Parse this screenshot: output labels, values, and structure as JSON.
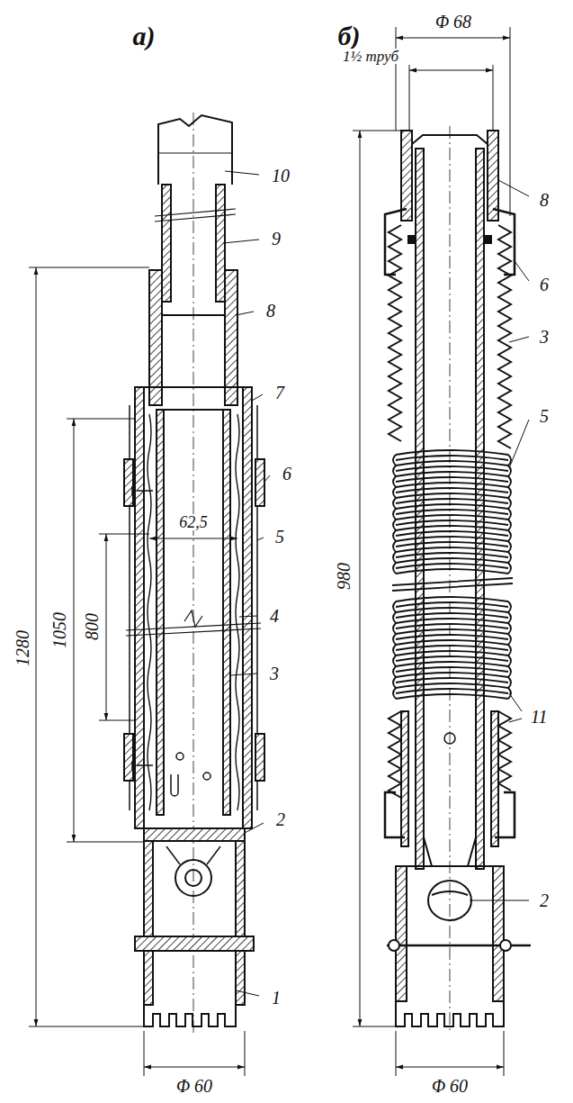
{
  "diagram": {
    "labels": [
      "а)",
      "б)",
      "10",
      "9",
      "8",
      "7",
      "6",
      "5",
      "4",
      "3",
      "62,5",
      "2",
      "1",
      "1280",
      "1050",
      "800",
      "Φ 60",
      "Φ 68",
      "1½ труб",
      "8",
      "6",
      "3",
      "5",
      "980",
      "11",
      "2",
      "Φ 60"
    ]
  }
}
